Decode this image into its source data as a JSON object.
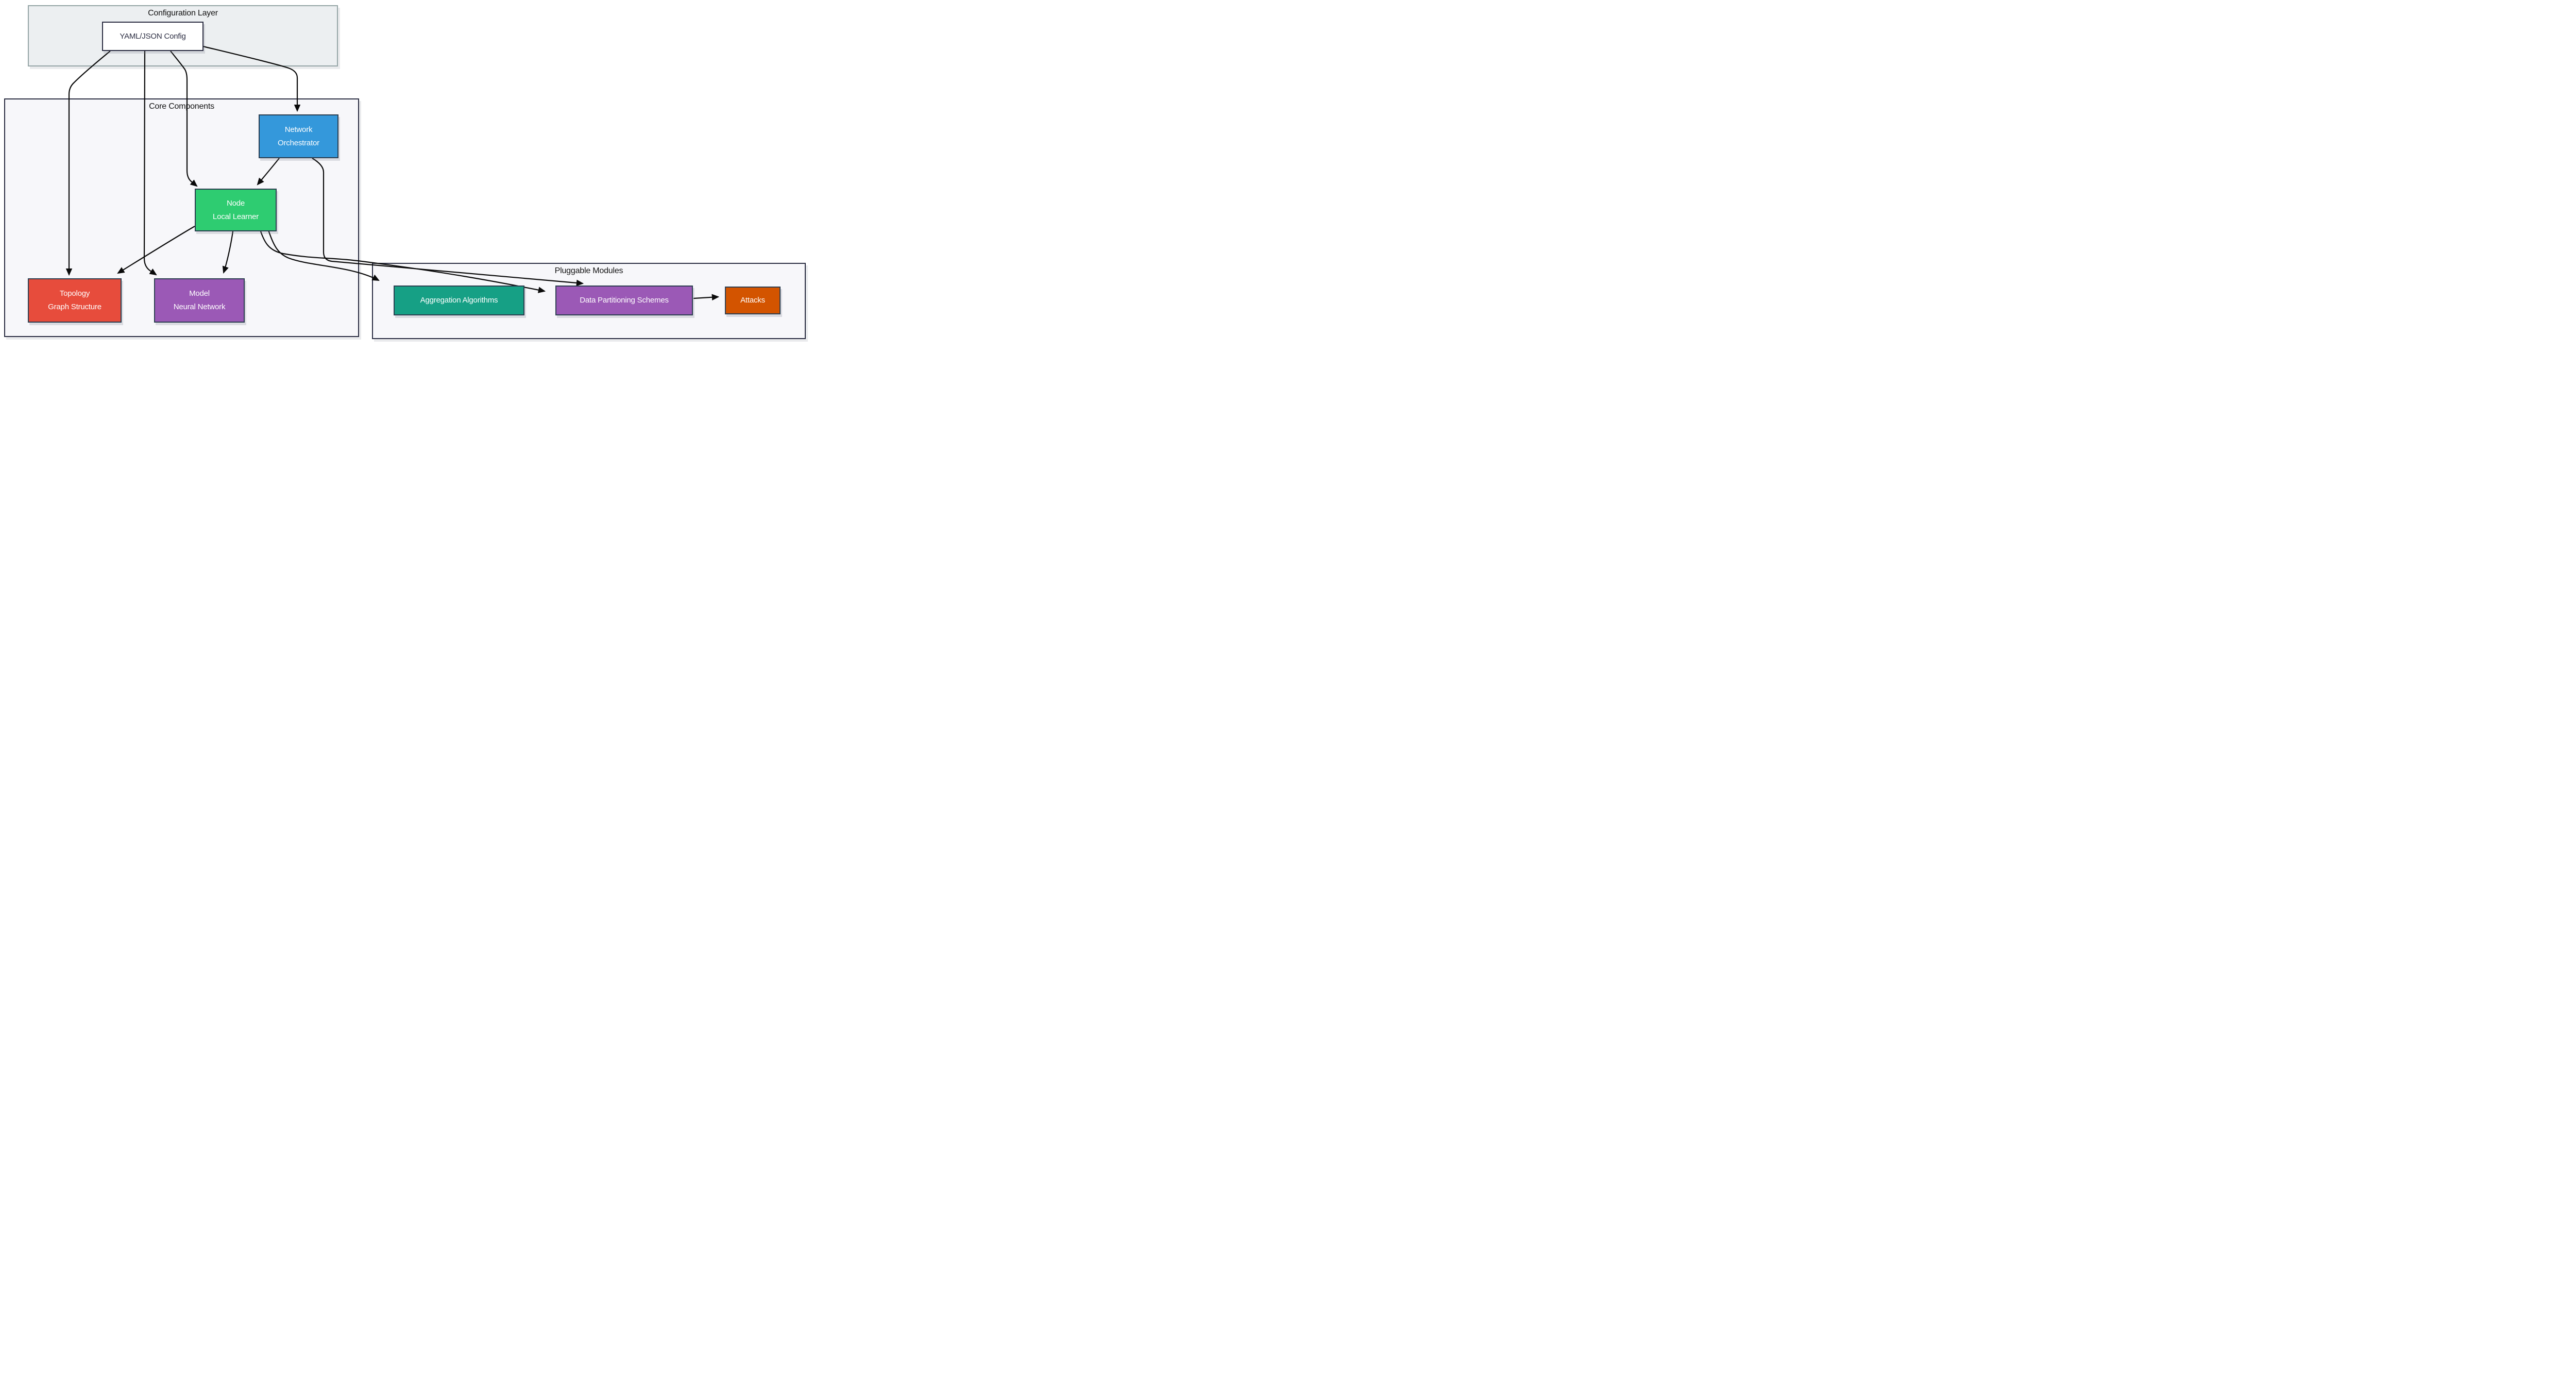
{
  "diagram": {
    "type": "flowchart",
    "containers": {
      "configuration_layer": {
        "title": "Configuration Layer",
        "fill": "#eceff1",
        "border_color": "#95a5a6"
      },
      "core_components": {
        "title": "Core Components",
        "fill": "#f7f7fa",
        "border_color": "#2a2d42"
      },
      "pluggable_modules": {
        "title": "Pluggable Modules",
        "fill": "#f7f7fa",
        "border_color": "#2a2d42"
      }
    },
    "nodes": {
      "yaml_config": {
        "lines": [
          "YAML/JSON Config"
        ],
        "fill": "#ffffff",
        "text_color": "#2b2d42",
        "border_color": "#2b2d42"
      },
      "network_orchestrator": {
        "lines": [
          "Network",
          "Orchestrator"
        ],
        "fill": "#3498db",
        "text_color": "#ffffff",
        "border_color": "#2c3e50"
      },
      "node_local_learner": {
        "lines": [
          "Node",
          "Local Learner"
        ],
        "fill": "#2ecc71",
        "text_color": "#ffffff",
        "border_color": "#2c3e50"
      },
      "topology": {
        "lines": [
          "Topology",
          "Graph Structure"
        ],
        "fill": "#e74c3c",
        "text_color": "#ffffff",
        "border_color": "#2c3e50"
      },
      "model": {
        "lines": [
          "Model",
          "Neural Network"
        ],
        "fill": "#9b59b6",
        "text_color": "#ffffff",
        "border_color": "#2c3e50"
      },
      "aggregation": {
        "lines": [
          "Aggregation Algorithms"
        ],
        "fill": "#16a085",
        "text_color": "#ffffff",
        "border_color": "#2c3e50"
      },
      "data_partitioning": {
        "lines": [
          "Data Partitioning Schemes"
        ],
        "fill": "#9b59b6",
        "text_color": "#ffffff",
        "border_color": "#2c3e50"
      },
      "attacks": {
        "lines": [
          "Attacks"
        ],
        "fill": "#d35400",
        "text_color": "#ffffff",
        "border_color": "#2c3e50"
      }
    },
    "edges": [
      {
        "from": "yaml_config",
        "to": "topology"
      },
      {
        "from": "yaml_config",
        "to": "model"
      },
      {
        "from": "yaml_config",
        "to": "node_local_learner"
      },
      {
        "from": "yaml_config",
        "to": "network_orchestrator"
      },
      {
        "from": "network_orchestrator",
        "to": "node_local_learner"
      },
      {
        "from": "network_orchestrator",
        "to": "data_partitioning"
      },
      {
        "from": "node_local_learner",
        "to": "topology"
      },
      {
        "from": "node_local_learner",
        "to": "model"
      },
      {
        "from": "node_local_learner",
        "to": "aggregation"
      },
      {
        "from": "node_local_learner",
        "to": "data_partitioning"
      },
      {
        "from": "data_partitioning",
        "to": "attacks"
      }
    ],
    "edge_color": "#0a0a0a"
  }
}
